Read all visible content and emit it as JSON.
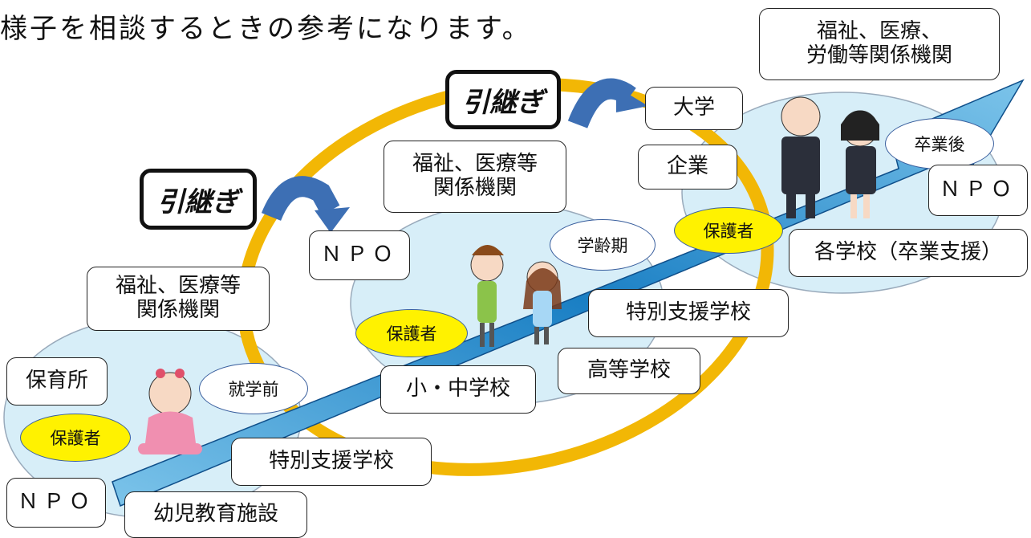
{
  "caption": "様子を相談するときの参考になります。",
  "handover_label": "引継ぎ",
  "stages": {
    "preschool": "就学前",
    "school_age": "学齢期",
    "after_graduation": "卒業後"
  },
  "guardian": "保護者",
  "boxes": {
    "nursery": "保育所",
    "npo": "ＮＰＯ",
    "welfare_medical": "福祉、医療等\n関係機関",
    "special_support_school": "特別支援学校",
    "early_childhood_facility": "幼児教育施設",
    "elementary_junior_high": "小・中学校",
    "high_school": "高等学校",
    "university": "大学",
    "company": "企業",
    "welfare_medical_labor": "福祉、医療、\n労働等関係機関",
    "each_school_graduation_support": "各学校（卒業支援）"
  },
  "colors": {
    "ring": "#f2b705",
    "circle_fill": "#d7eef8",
    "arrow": "#1a7fc4",
    "handover_arrow": "#3d6fb4",
    "guardian_fill": "#fff200"
  }
}
